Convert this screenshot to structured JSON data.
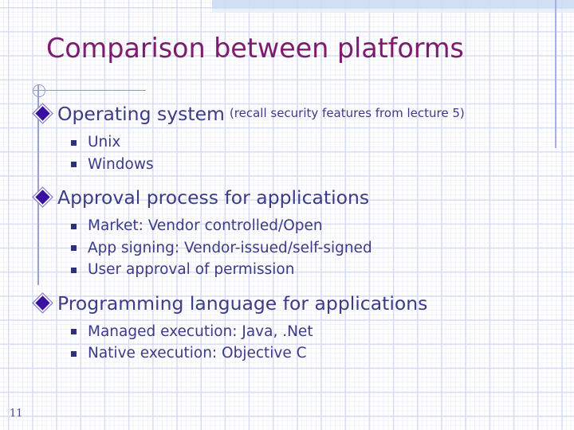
{
  "slide": {
    "title": "Comparison between platforms",
    "page_number": "11",
    "title_color": "#7d1b6e",
    "body_color": "#3b3b87",
    "bullet_diamond_color": "#3a10a0",
    "bullet_square_color": "#2f2f7e",
    "accent_rule_color": "#9aa1d4",
    "top_band_color": "#cfdcf2",
    "grid_line_color": "#bec6ec",
    "background_color": "#ffffff"
  },
  "content": {
    "sections": [
      {
        "heading": "Operating system",
        "note": "(recall security features from lecture 5)",
        "items": [
          "Unix",
          "Windows"
        ]
      },
      {
        "heading": "Approval process for applications",
        "note": "",
        "items": [
          "Market: Vendor controlled/Open",
          "App signing: Vendor-issued/self-signed",
          "User approval of permission"
        ]
      },
      {
        "heading": "Programming language for applications",
        "note": "",
        "items": [
          "Managed execution: Java, .Net",
          "Native execution: Objective C"
        ]
      }
    ]
  }
}
